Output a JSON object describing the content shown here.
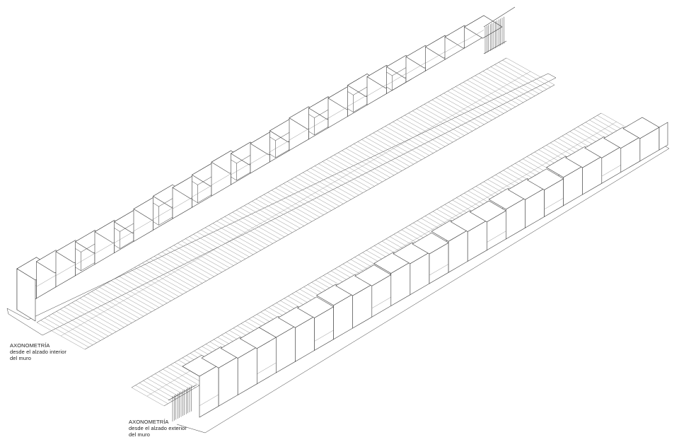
{
  "captions": {
    "top": {
      "title": "AXONOMETRÍA",
      "line1": "desde el alzado interior",
      "line2": "del muro"
    },
    "bottom": {
      "title": "AXONOMETRÍA",
      "line1": "desde el alzado exterior",
      "line2": "del muro"
    }
  },
  "colors": {
    "line": "#3a3a3a",
    "light": "#8a8a8a",
    "background": "#ffffff"
  }
}
